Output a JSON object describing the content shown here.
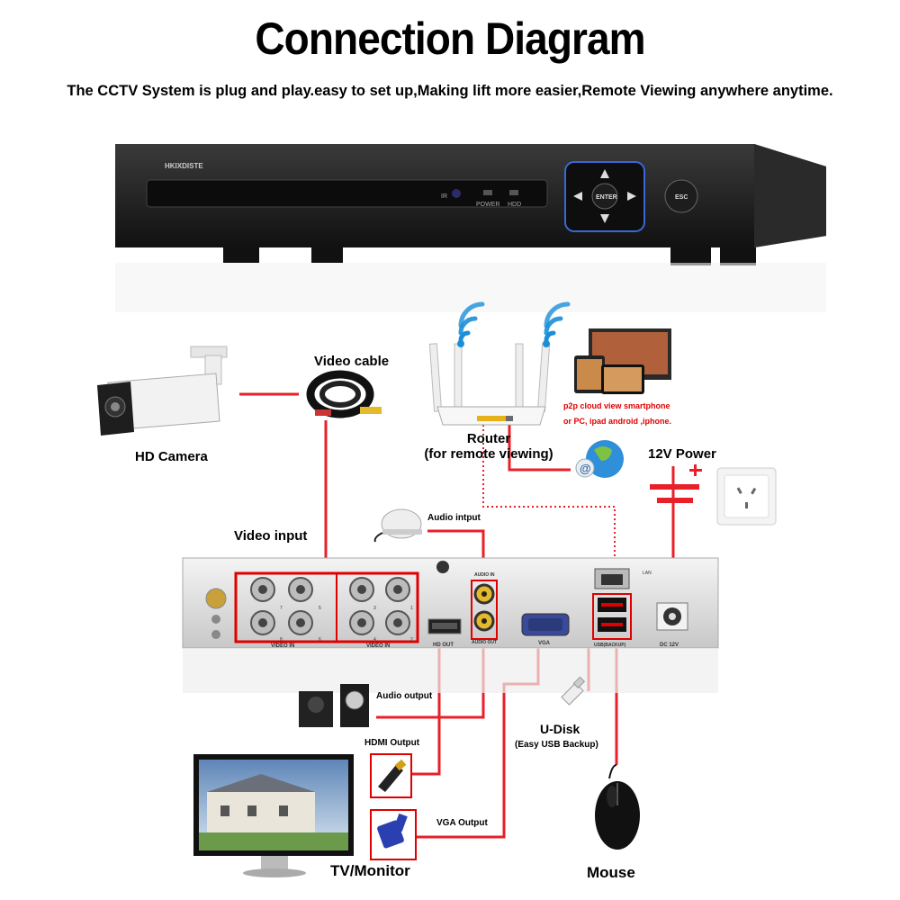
{
  "header": {
    "title": "Connection Diagram",
    "subtitle": "The CCTV System is plug and play.easy to set up,Making lift more easier,Remote Viewing anywhere anytime."
  },
  "dvr_front": {
    "brand": "HKIXDISTE",
    "ir_label": "IR",
    "power_label": "POWER",
    "hdd_label": "HDD",
    "enter_label": "ENTER",
    "esc_label": "ESC"
  },
  "devices": {
    "camera": "HD Camera",
    "video_cable": "Video cable",
    "router_line1": "Router",
    "router_line2": "(for remote viewing)",
    "p2p_line1": "p2p cloud  view smartphone",
    "p2p_line2": "or PC, ipad android ,iphone.",
    "power": "12V Power",
    "video_input": "Video input",
    "audio_input": "Audio intput",
    "audio_output": "Audio output",
    "hdmi_output": "HDMI Output",
    "vga_output": "VGA Output",
    "udisk_line1": "U-Disk",
    "udisk_line2": "(Easy USB Backup)",
    "tv": "TV/Monitor",
    "mouse": "Mouse"
  },
  "dvr_back": {
    "video_in_left": "VIDEO IN",
    "video_in_right": "VIDEO IN",
    "audio_in": "AUDIO IN",
    "audio_out": "AUDIO OUT",
    "hd_out": "HD OUT",
    "vga": "VGA",
    "lan": "LAN",
    "usb": "USB(BACKUP)",
    "dc": "DC 12V",
    "ch": [
      "7",
      "5",
      "3",
      "1",
      "8",
      "6",
      "4",
      "2"
    ]
  },
  "colors": {
    "line": "#e8202a",
    "dvr_body": "#1a1a1a",
    "panel": "#d9d9d9",
    "wifi": "#1a8fd8",
    "highlight": "#e00000"
  }
}
